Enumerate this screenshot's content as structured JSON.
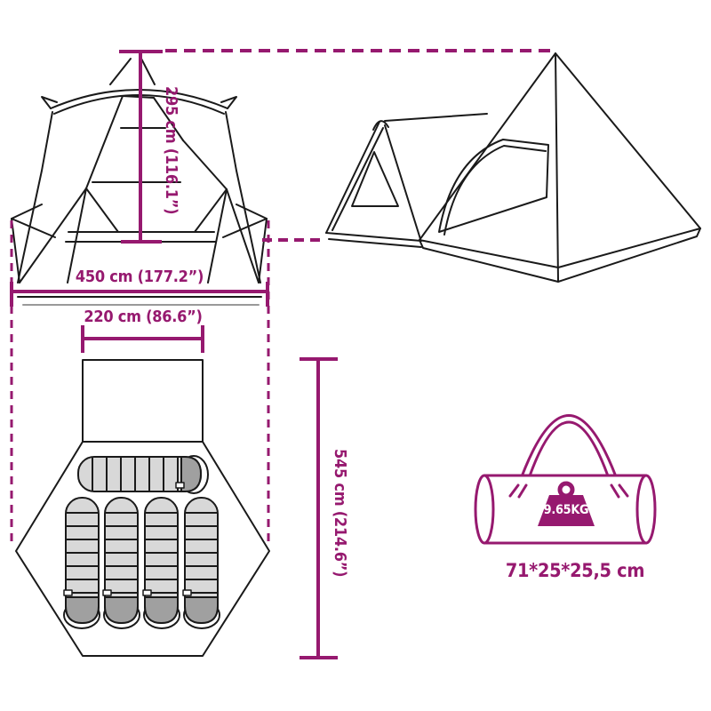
{
  "diagram": "tent-dimension-diagram",
  "colors": {
    "accent": "#96196F",
    "line": "#1a1a1a",
    "ground_shadow": "#999999",
    "bag_fill": "#d8d8d8",
    "bag_shade": "#a0a0a0"
  },
  "dimensions": {
    "height_label": "295 cm (116.1”)",
    "width_label": "450 cm (177.2”)",
    "inner_width_label": "220 cm (86.6”)",
    "length_label": "545 cm (214.6”)"
  },
  "package": {
    "weight_label": "9.65KG",
    "size_label": "71*25*25,5 cm"
  },
  "icons": {
    "weight_icon": "kettlebell-weight",
    "views": [
      "tent-front-view",
      "tent-side-view",
      "tent-floor-plan",
      "carry-bag"
    ]
  }
}
